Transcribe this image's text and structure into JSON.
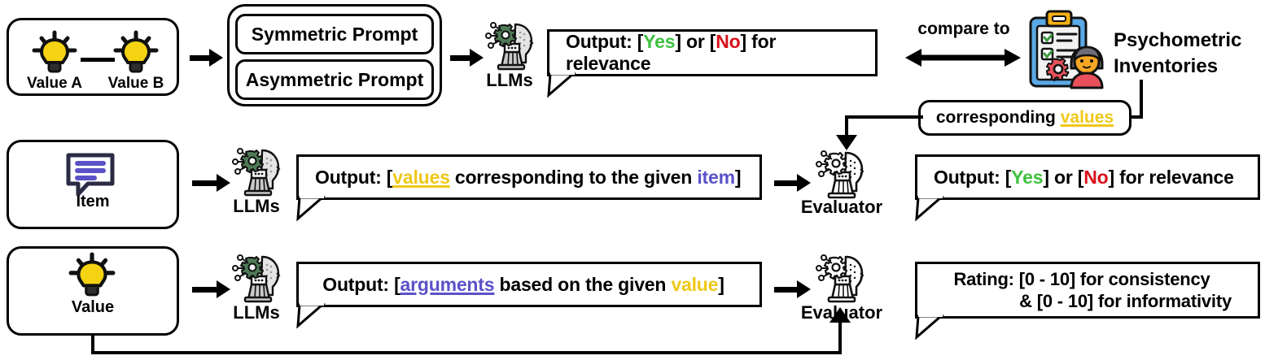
{
  "meta": {
    "figure_type": "pipeline-diagram",
    "colors": {
      "yes_green": "#3FC13F",
      "no_red": "#D8101A",
      "values_yellow": "#EFC817",
      "arguments_purple": "#5B52C8",
      "stroke_black": "#000000",
      "background": "#FFFFFF"
    }
  },
  "row1": {
    "value_pair_box": {
      "name": "value-pair-box",
      "left_label": "Value A",
      "right_label": "Value B",
      "left_icon": "lightbulb-icon",
      "right_icon": "lightbulb-icon",
      "connector_icon": "horizontal-link-line"
    },
    "prompt_box": {
      "name": "prompt-type-box",
      "items": [
        "Symmetric Prompt",
        "Asymmetric Prompt"
      ]
    },
    "llm": {
      "label": "LLMs",
      "icon": "llm-head-gear-icon"
    },
    "output_bubble": {
      "prefix": "Output: [",
      "yes": "Yes",
      "mid": "] or [",
      "no": "No",
      "suffix": "] for relevance"
    },
    "compare": {
      "label": "compare to",
      "icon": "double-headed-arrow-icon"
    },
    "inventories": {
      "icon": "psychometric-clipboard-person-icon",
      "label_line1": "Psychometric",
      "label_line2": "Inventories"
    }
  },
  "bridge": {
    "name": "corresponding-values-box",
    "prefix": "corresponding ",
    "values": "values"
  },
  "row2": {
    "item_box": {
      "name": "item-box",
      "label": "Item",
      "icon": "speech-bubble-lines-icon"
    },
    "llm": {
      "label": "LLMs",
      "icon": "llm-head-gear-icon"
    },
    "output_bubble": {
      "prefix": "Output: [",
      "values": "values",
      "mid": " corresponding to the given ",
      "item": "item",
      "suffix": "]"
    },
    "evaluator": {
      "label": "Evaluator",
      "icon": "evaluator-head-gear-icon"
    },
    "result_bubble": {
      "prefix": "Output: [",
      "yes": "Yes",
      "mid": "] or [",
      "no": "No",
      "suffix": "] for relevance"
    }
  },
  "row3": {
    "value_box": {
      "name": "value-box",
      "label": "Value",
      "icon": "lightbulb-icon"
    },
    "llm": {
      "label": "LLMs",
      "icon": "llm-head-gear-icon"
    },
    "output_bubble": {
      "prefix": "Output: [",
      "arguments": "arguments",
      "mid": " based on the given ",
      "value": "value",
      "suffix": "]"
    },
    "evaluator": {
      "label": "Evaluator",
      "icon": "evaluator-head-gear-icon"
    },
    "rating_bubble": {
      "line1": "Rating: [0 - 10] for consistency",
      "line2": "& [0 - 10] for informativity"
    }
  }
}
